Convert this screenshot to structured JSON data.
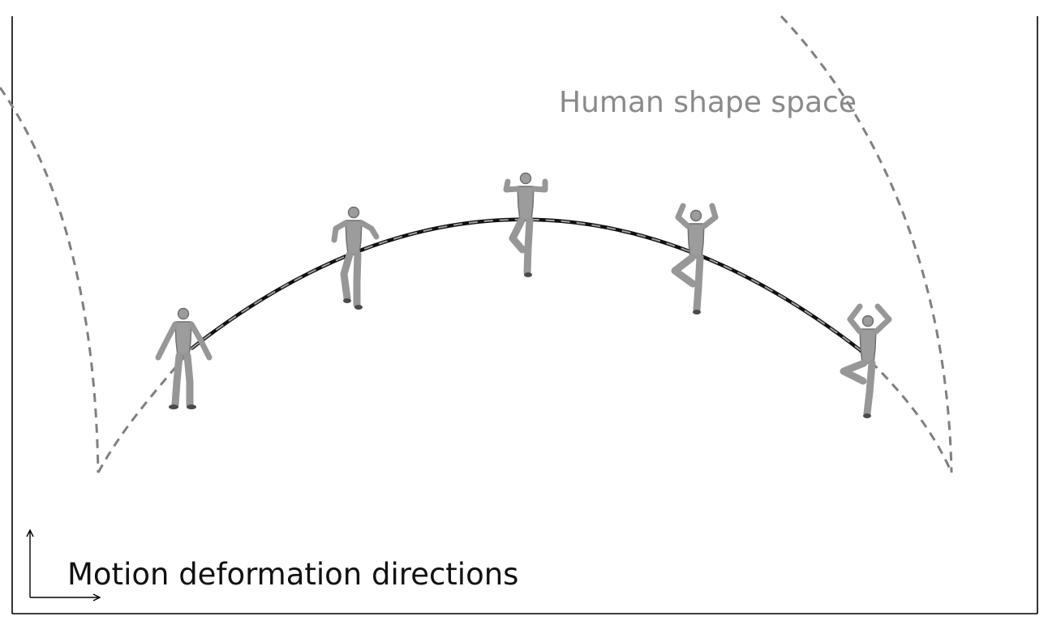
{
  "labels": {
    "shape_space": "Human shape space",
    "motion_directions": "Motion deformation directions"
  },
  "colors": {
    "frame": "#000000",
    "dashed_boundary": "#808080",
    "trajectory_dark": "#000000",
    "trajectory_light": "#9a9a9a",
    "body_mesh": "#9c9c9c"
  },
  "poses": [
    {
      "name": "standing-a-pose"
    },
    {
      "name": "arms-bent-knee-raised"
    },
    {
      "name": "hands-on-head-knee-raised"
    },
    {
      "name": "arms-up-leg-tucked"
    },
    {
      "name": "arms-overhead-tree-pose"
    }
  ]
}
